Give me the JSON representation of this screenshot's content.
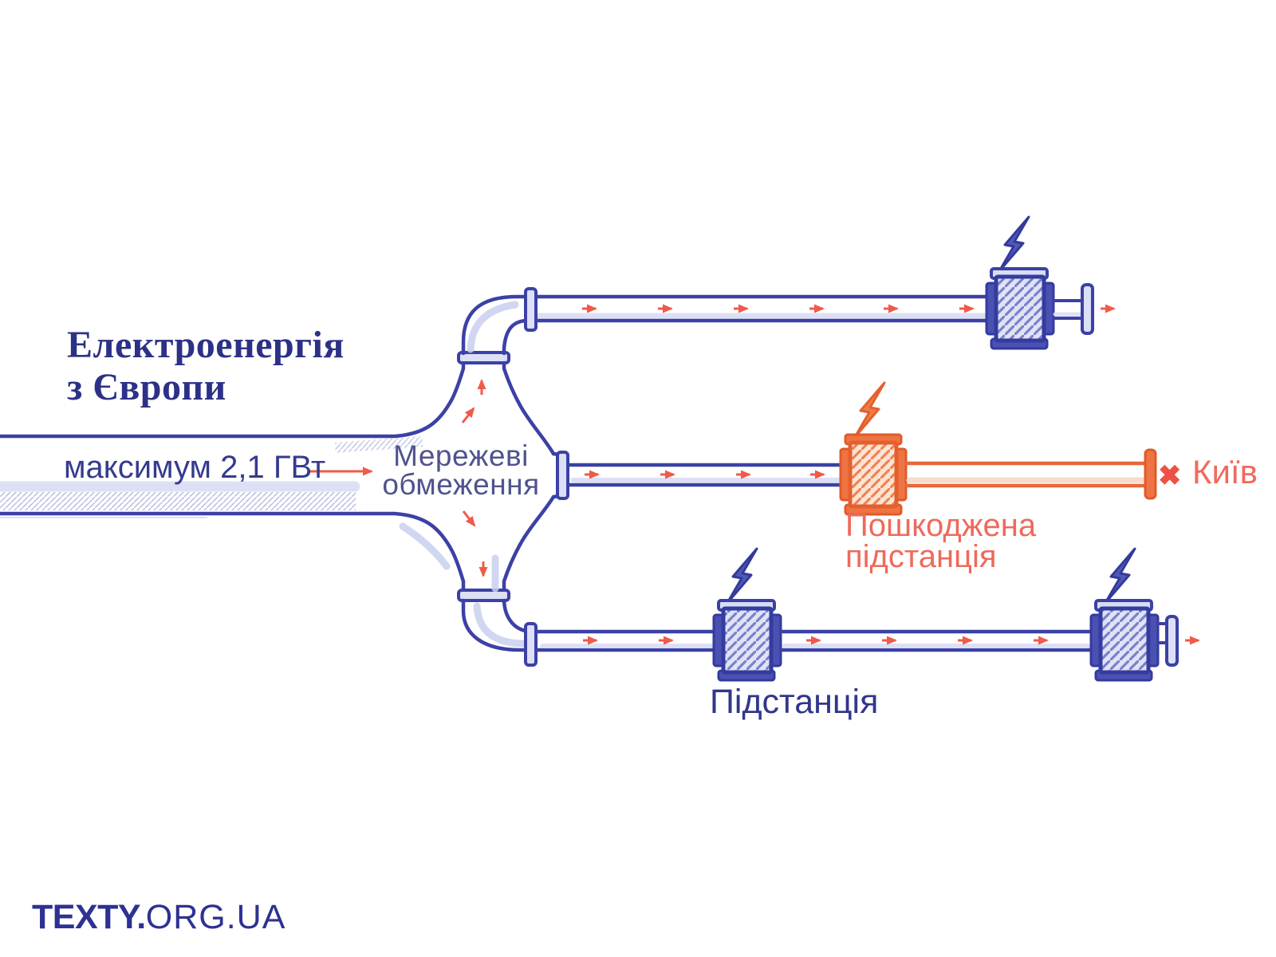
{
  "header": {
    "title_line1": "Електроенергія",
    "title_line2": "з Європи"
  },
  "diagram": {
    "input_label": "максимум 2,1 ГВт",
    "junction_label_line1": "Мережеві",
    "junction_label_line2": "обмеження",
    "damaged_label_line1": "Пошкоджена",
    "damaged_label_line2": "підстанція",
    "substation_label": "Підстанція",
    "destination_label": "Київ",
    "blocked_mark": "✖"
  },
  "footer": {
    "logo_bold": "TEXTY.",
    "logo_light": "ORG.UA"
  },
  "colors": {
    "pipe": "#3b41a5",
    "navy": "#2c3187",
    "junction-text": "#4f538e",
    "flow": "#f05a4a",
    "orange": "#e8673a",
    "salmon-text": "#ee6a5c",
    "logo": "#2e3192"
  }
}
